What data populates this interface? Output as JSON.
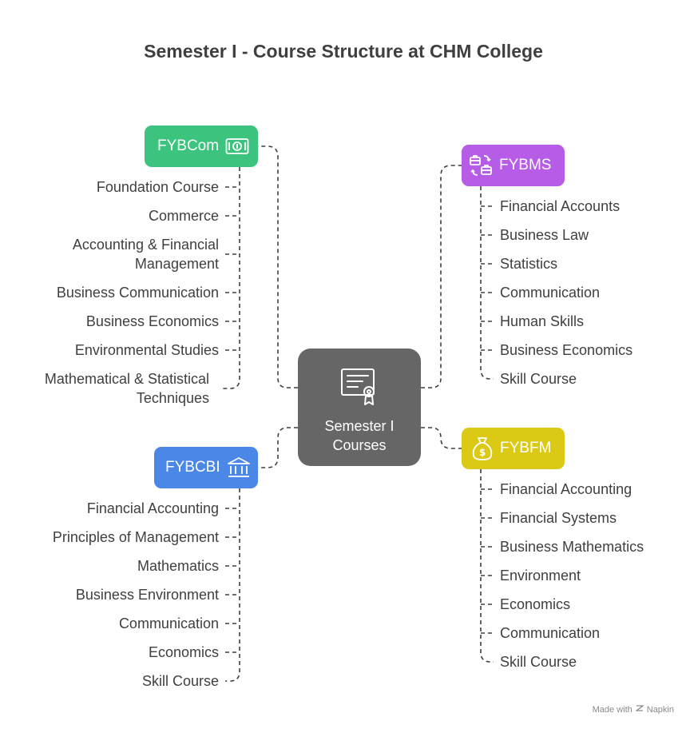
{
  "title": "Semester I - Course Structure at CHM College",
  "center": {
    "label": "Semester I Courses",
    "icon": "certificate-icon"
  },
  "groups": [
    {
      "id": "fybcom",
      "label": "FYBCom",
      "color": "#3cc47e",
      "icon": "money-bill-icon",
      "items": [
        "Foundation Course",
        "Commerce",
        "Accounting & Financial Management",
        "Business Communication",
        "Business Economics",
        "Environmental Studies",
        "Mathematical & Statistical Techniques"
      ]
    },
    {
      "id": "fybms",
      "label": "FYBMS",
      "color": "#b65ce6",
      "icon": "briefcase-exchange-icon",
      "items": [
        "Financial Accounts",
        "Business Law",
        "Statistics",
        "Communication",
        "Human Skills",
        "Business Economics",
        "Skill Course"
      ]
    },
    {
      "id": "fybcbi",
      "label": "FYBCBI",
      "color": "#4b87e6",
      "icon": "bank-icon",
      "items": [
        "Financial Accounting",
        "Principles of Management",
        "Mathematics",
        "Business Environment",
        "Communication",
        "Economics",
        "Skill Course"
      ]
    },
    {
      "id": "fybfm",
      "label": "FYBFM",
      "color": "#dcc916",
      "icon": "money-bag-icon",
      "items": [
        "Financial Accounting",
        "Financial Systems",
        "Business Mathematics",
        "Environment",
        "Economics",
        "Communication",
        "Skill Course"
      ]
    }
  ],
  "footer": {
    "text": "Made with",
    "brand": "Napkin"
  }
}
